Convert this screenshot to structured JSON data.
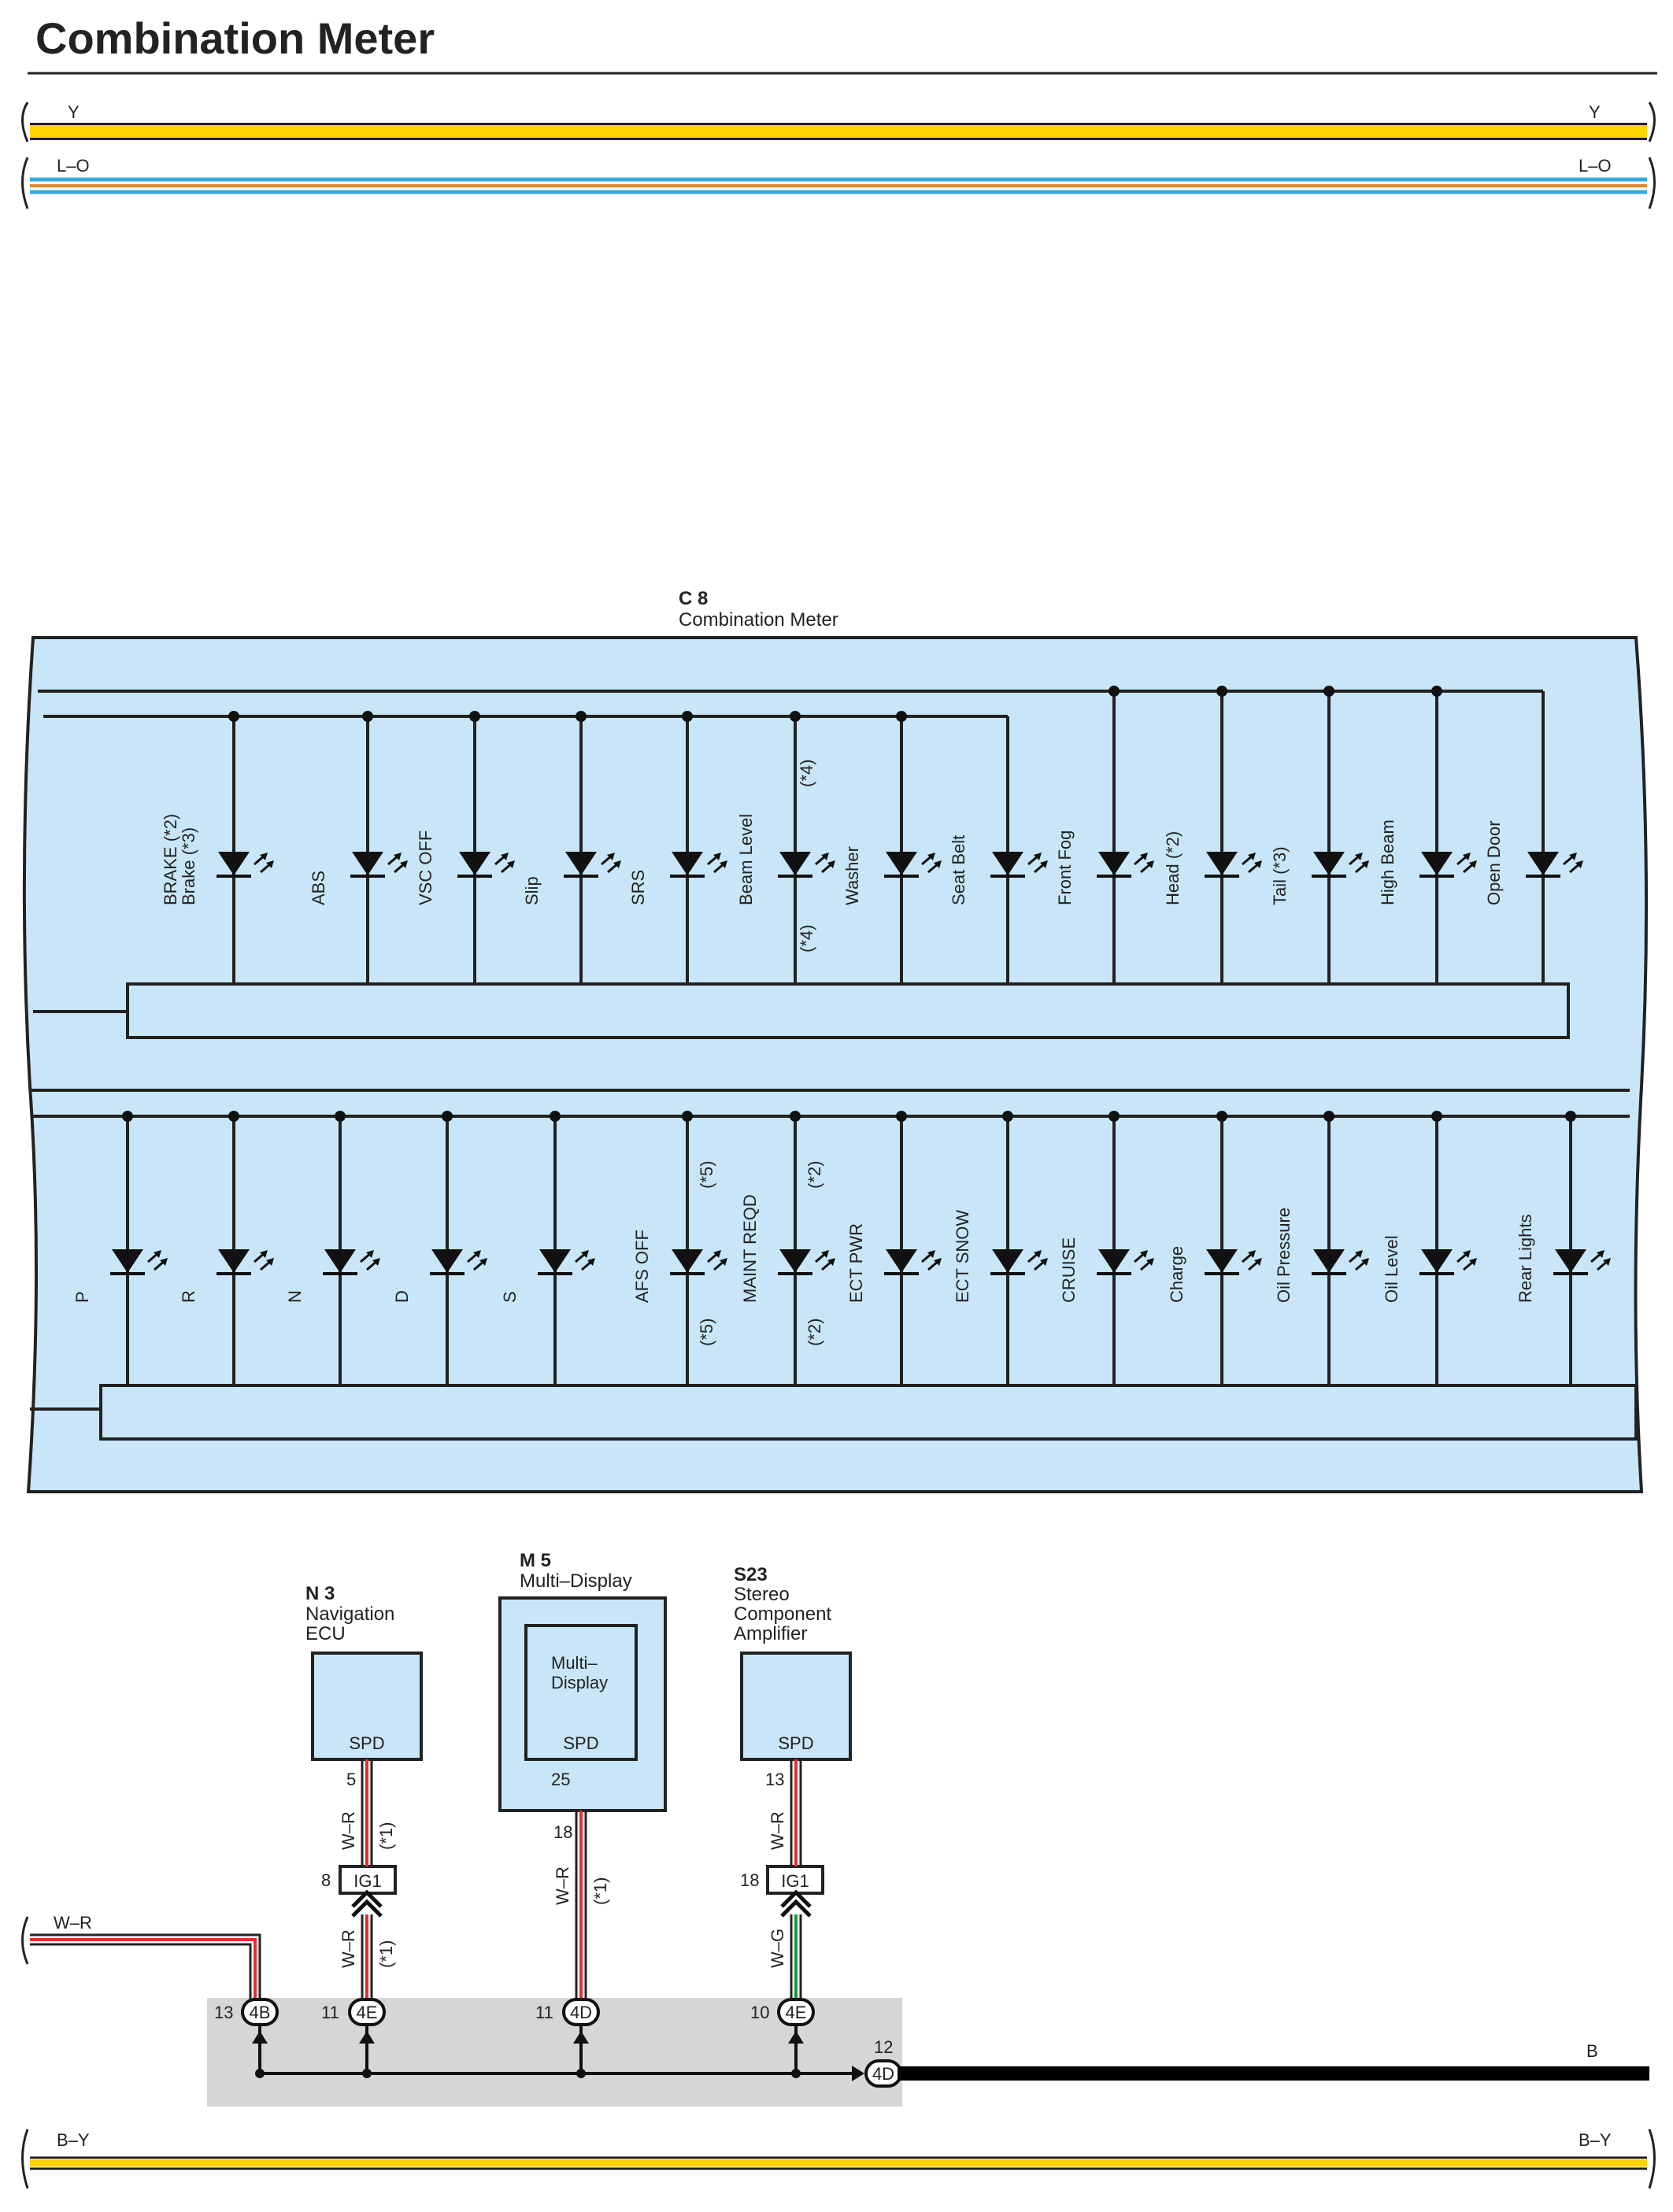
{
  "page_title": "Combination Meter",
  "wires": {
    "top": [
      {
        "label": "Y",
        "color": "#ffd500"
      },
      {
        "label": "L–O",
        "color": "#3aa9dc"
      }
    ],
    "bottom_left_label": "W–R",
    "ground_label": "B",
    "bottom_bus_label": "B–Y"
  },
  "meter": {
    "code": "C 8",
    "name": "Combination Meter",
    "fill": "#c8e6f8",
    "top_row": [
      {
        "label": "BRAKE (*2)",
        "label2": "Brake (*3)",
        "note": ""
      },
      {
        "label": "ABS",
        "note": ""
      },
      {
        "label": "VSC OFF",
        "note": ""
      },
      {
        "label": "Slip",
        "note": ""
      },
      {
        "label": "SRS",
        "note": ""
      },
      {
        "label": "Beam Level",
        "note": "(*4)"
      },
      {
        "label": "Washer",
        "note": ""
      },
      {
        "label": "Seat Belt",
        "note": ""
      },
      {
        "label": "Front Fog",
        "note": ""
      },
      {
        "label": "Head (*2)",
        "note": ""
      },
      {
        "label": "Tail (*3)",
        "note": ""
      },
      {
        "label": "High Beam",
        "note": ""
      },
      {
        "label": "Open Door",
        "note": ""
      }
    ],
    "bottom_row": [
      {
        "label": "P",
        "note": ""
      },
      {
        "label": "R",
        "note": ""
      },
      {
        "label": "N",
        "note": ""
      },
      {
        "label": "D",
        "note": ""
      },
      {
        "label": "S",
        "note": ""
      },
      {
        "label": "AFS OFF",
        "note": "(*5)"
      },
      {
        "label": "MAINT REQD",
        "note": "(*2)"
      },
      {
        "label": "ECT PWR",
        "note": ""
      },
      {
        "label": "ECT SNOW",
        "note": ""
      },
      {
        "label": "CRUISE",
        "note": ""
      },
      {
        "label": "Charge",
        "note": ""
      },
      {
        "label": "Oil Pressure",
        "note": ""
      },
      {
        "label": "Oil Level",
        "note": ""
      },
      {
        "label": "Rear Lights",
        "note": ""
      }
    ]
  },
  "components": [
    {
      "code": "N 3",
      "name_lines": [
        "Navigation",
        "ECU"
      ],
      "terminal": "SPD",
      "pin": "5",
      "wire": "W–R",
      "note": "(*1)",
      "ig_pin": "8",
      "ig_label": "IG1",
      "lower_wire": "W–R",
      "lower_note": "(*1)"
    },
    {
      "code": "M 5",
      "name_lines": [
        "Multi–Display"
      ],
      "inner_lines": [
        "Multi–",
        "Display"
      ],
      "terminal": "SPD",
      "pin": "25",
      "pin2": "18",
      "wire": "W–R",
      "note": "(*1)"
    },
    {
      "code": "S23",
      "name_lines": [
        "Stereo",
        "Component",
        "Amplifier"
      ],
      "terminal": "SPD",
      "pin": "13",
      "wire": "W–R",
      "ig_pin": "18",
      "ig_label": "IG1",
      "lower_wire": "W–G"
    }
  ],
  "junction": {
    "fill": "#d6d6d6",
    "connectors": [
      {
        "pin": "13",
        "label": "4B"
      },
      {
        "pin": "11",
        "label": "4E"
      },
      {
        "pin": "11",
        "label": "4D"
      },
      {
        "pin": "10",
        "label": "4E"
      },
      {
        "pin": "12",
        "label": "4D"
      }
    ]
  },
  "wire_colors": {
    "red": "#e03030",
    "green": "#1a9a3a",
    "black": "#000000"
  }
}
